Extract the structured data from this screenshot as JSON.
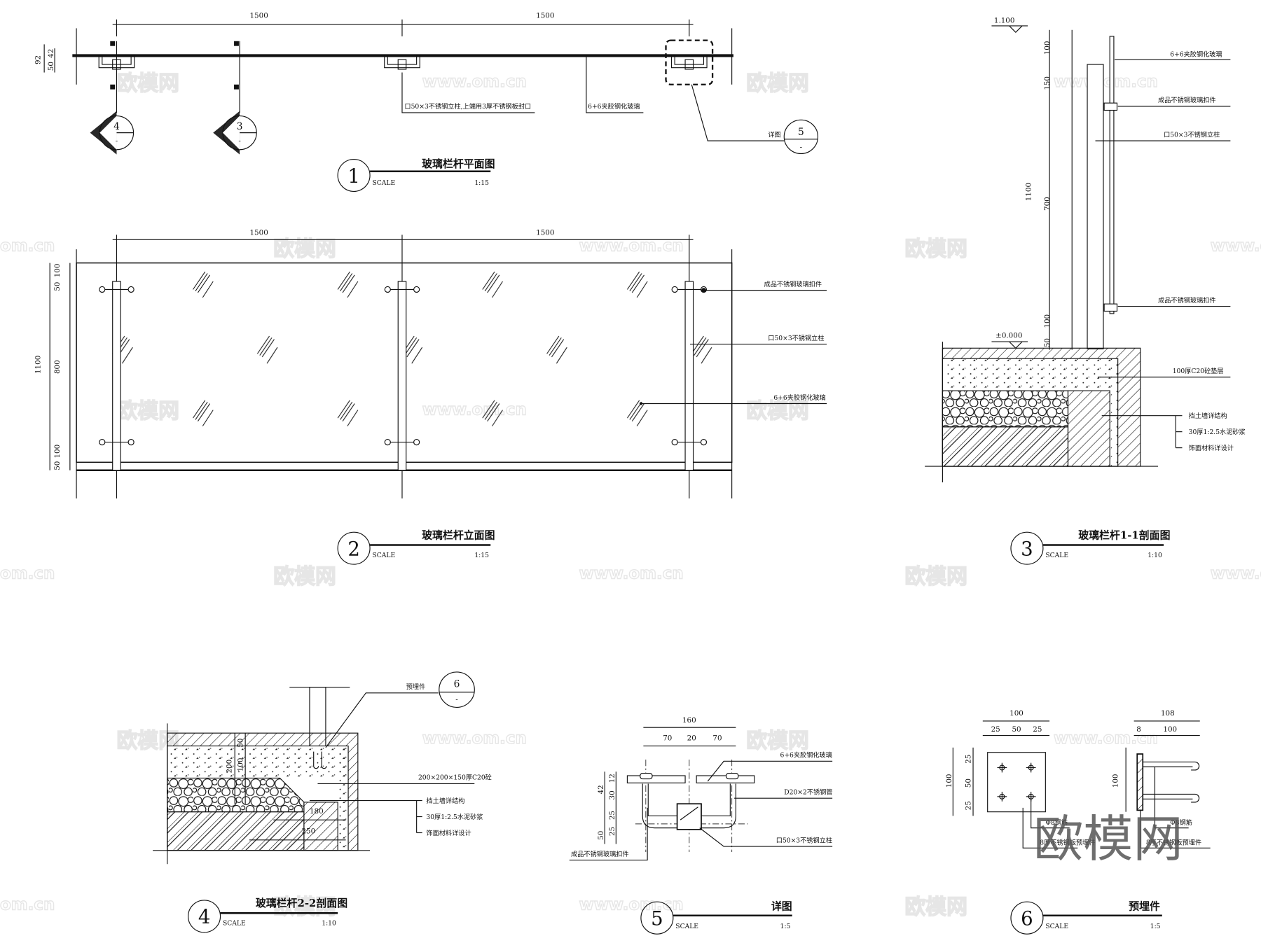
{
  "watermarks": {
    "brand": "欧模网",
    "site": "www.om.cn",
    "site_short": "om.cn"
  },
  "plan": {
    "number": "1",
    "title": "玻璃栏杆平面图",
    "scale_label": "SCALE",
    "scale": "1:15",
    "dims": {
      "span1": "1500",
      "span2": "1500",
      "total": "92",
      "d50": "50",
      "d42": "42"
    },
    "section_markers": [
      {
        "number": "4",
        "sheet": "-"
      },
      {
        "number": "3",
        "sheet": "-"
      }
    ],
    "callouts": {
      "post": "口50×3不锈钢立柱,上端用3厚不锈钢板封口",
      "glass": "6+6夹胶钢化玻璃",
      "detail": "详图"
    },
    "detail_marker": {
      "number": "5",
      "sheet": "-"
    }
  },
  "elevation": {
    "number": "2",
    "title": "玻璃栏杆立面图",
    "scale_label": "SCALE",
    "scale": "1:15",
    "dims": {
      "span1": "1500",
      "span2": "1500",
      "total": "1100",
      "d100a": "100",
      "d50a": "50",
      "d800": "800",
      "d100b": "100",
      "d50b": "50"
    },
    "callouts": {
      "clamp": "成品不锈钢玻璃扣件",
      "post": "口50×3不锈钢立柱",
      "glass": "6+6夹胶钢化玻璃"
    }
  },
  "section11": {
    "number": "3",
    "title": "玻璃栏杆1-1剖面图",
    "scale_label": "SCALE",
    "scale": "1:10",
    "levels": {
      "top": "1.100",
      "ground": "±0.000"
    },
    "dims": {
      "total": "1100",
      "d100a": "100",
      "d150": "150",
      "d700": "700",
      "d100b": "100",
      "d50": "50"
    },
    "callouts": {
      "glass": "6+6夹胶钢化玻璃",
      "clamp_top": "成品不锈钢玻璃扣件",
      "post": "口50×3不锈钢立柱",
      "clamp_bottom": "成品不锈钢玻璃扣件",
      "slab": "100厚C20砼垫层",
      "wall": "挡土墙详结构",
      "mortar": "30厚1:2.5水泥砂浆",
      "finish": "饰面材料详设计"
    }
  },
  "section22": {
    "number": "4",
    "title": "玻璃栏杆2-2剖面图",
    "scale_label": "SCALE",
    "scale": "1:10",
    "dims": {
      "d50": "50",
      "d200": "200",
      "d100": "100",
      "d180": "180",
      "d250": "250"
    },
    "callouts": {
      "embed": "预埋件",
      "block": "200×200×150厚C20砼",
      "wall": "挡土墙详结构",
      "mortar": "30厚1:2.5水泥砂浆",
      "finish": "饰面材料详设计"
    },
    "detail_marker": {
      "number": "6",
      "sheet": "-"
    }
  },
  "detail": {
    "number": "5",
    "title": "详图",
    "scale_label": "SCALE",
    "scale": "1:5",
    "dims": {
      "total": "160",
      "a": "70",
      "b": "20",
      "c": "70",
      "h42": "42",
      "h12": "12",
      "h30": "30",
      "h50": "50",
      "h25a": "25",
      "h25b": "25"
    },
    "callouts": {
      "glass": "6+6夹胶钢化玻璃",
      "tube": "D20×2不锈钢管",
      "post": "口50×3不锈钢立柱",
      "clamp": "成品不锈钢玻璃扣件"
    }
  },
  "embed": {
    "number": "6",
    "title": "预埋件",
    "scale_label": "SCALE",
    "scale": "1:5",
    "dims": {
      "w100": "100",
      "w25a": "25",
      "w50": "50",
      "w25b": "25",
      "h100": "100",
      "h25a": "25",
      "h50": "50",
      "h25b": "25",
      "s108": "108",
      "s8": "8",
      "s100": "100",
      "sh100": "100"
    },
    "callouts": {
      "rebar_left": "Φ8钢筋",
      "plate_left": "8厚不锈钢板预埋件",
      "rebar_right": "Φ8钢筋",
      "plate_right": "8厚不锈钢板预埋件"
    }
  }
}
